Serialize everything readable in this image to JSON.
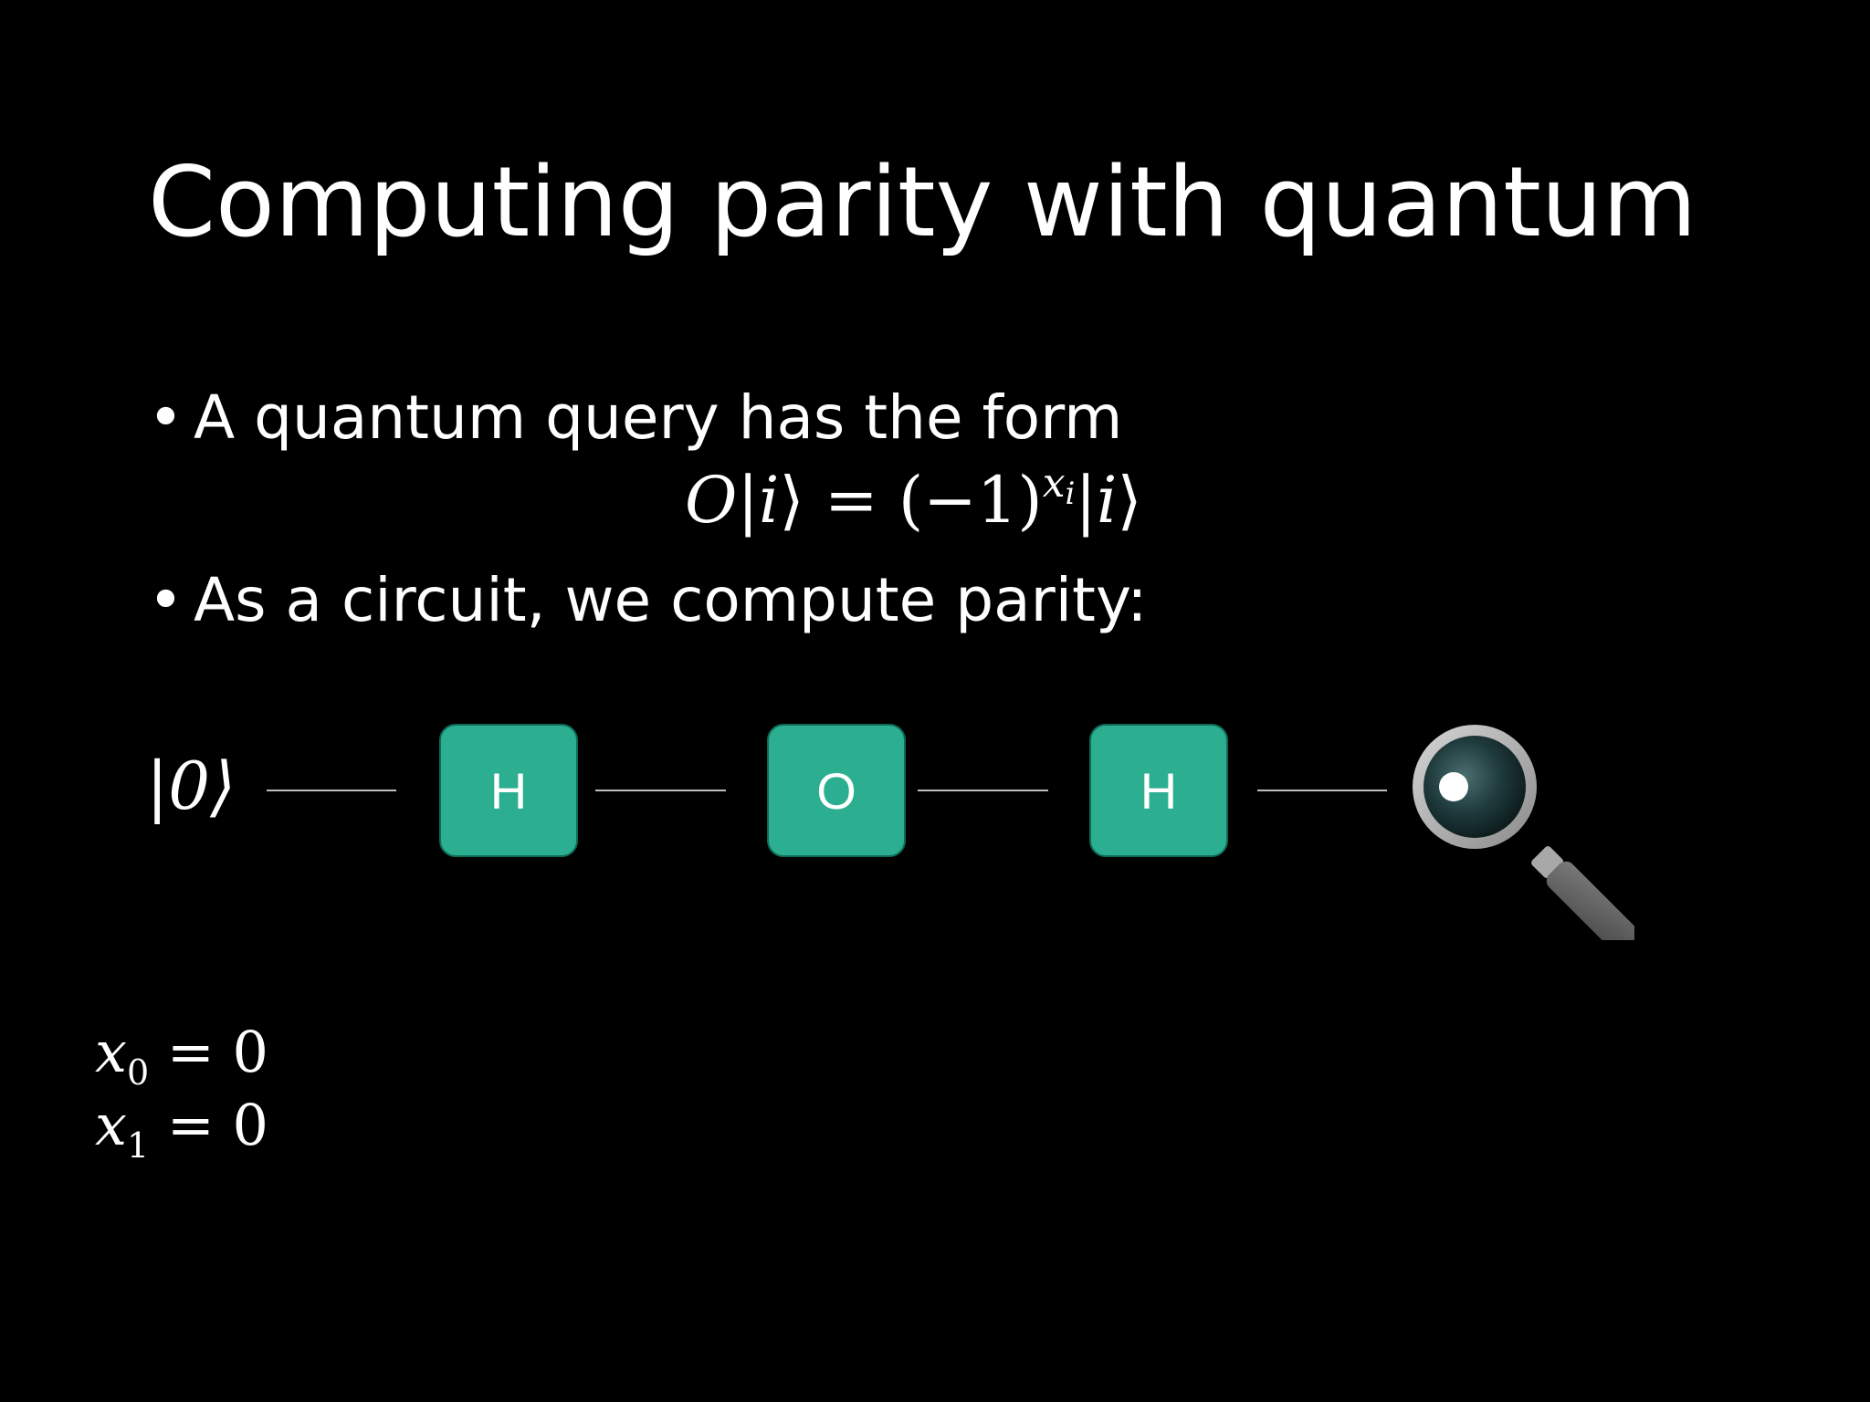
{
  "slide": {
    "title": "Computing parity with quantum",
    "bullets": [
      {
        "text": "A quantum query has the form"
      },
      {
        "text": "As a circuit, we compute parity:"
      }
    ],
    "formula": {
      "operator": "O",
      "ket_open": "|",
      "index": "i",
      "ket_close": "⟩",
      "equals": "=",
      "base": "(−1)",
      "exponent_var": "x",
      "exponent_sub": "i",
      "rhs_ket_open": "|",
      "rhs_index": "i",
      "rhs_ket_close": "⟩"
    }
  },
  "circuit": {
    "input_state": "|0⟩",
    "gates": [
      {
        "label": "H"
      },
      {
        "label": "O"
      },
      {
        "label": "H"
      }
    ],
    "measurement_icon": "magnifying-glass-icon",
    "gate_color": "#2baf90"
  },
  "variables": [
    {
      "name": "x",
      "sub": "0",
      "equals": "=",
      "value": "0"
    },
    {
      "name": "x",
      "sub": "1",
      "equals": "=",
      "value": "0"
    }
  ]
}
